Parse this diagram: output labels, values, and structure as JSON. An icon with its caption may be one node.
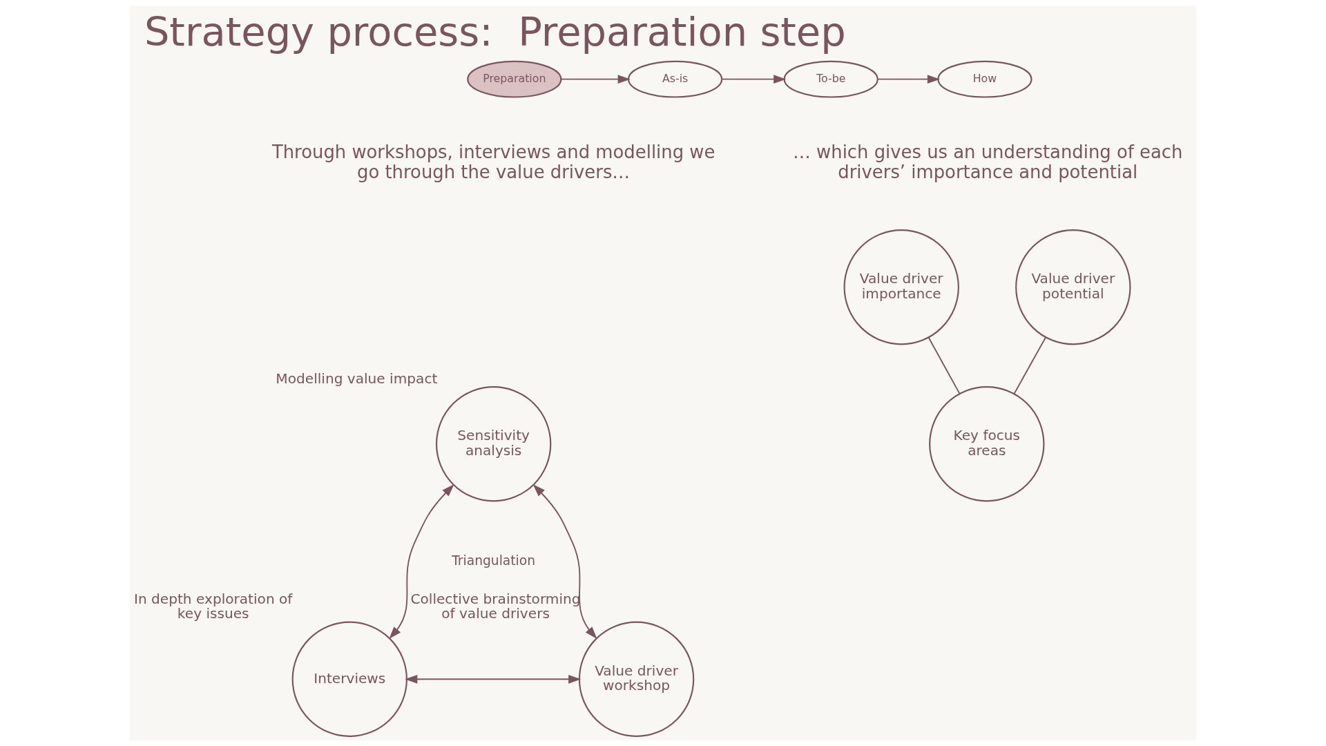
{
  "diagram": {
    "title": "Strategy process:  Preparation step",
    "nodes": [
      {
        "text": [
          "Preparation"
        ]
      },
      {
        "text": [
          "As-is"
        ]
      },
      {
        "text": [
          "To-be"
        ]
      },
      {
        "text": [
          "How"
        ]
      },
      {
        "text": [
          "Sensitivity analysis"
        ],
        "beside": [
          "Modelling value impact"
        ]
      },
      {
        "text": [
          "Interviews"
        ],
        "beside": [
          "In depth exploration of key issues"
        ]
      },
      {
        "text": [
          "Value driver workshop"
        ],
        "beside": [
          "Collective brainstorming of value drivers"
        ]
      },
      {
        "text": [
          "Value driver importance"
        ]
      },
      {
        "text": [
          "Value driver potential"
        ]
      },
      {
        "text": [
          "Key focus areas"
        ]
      }
    ],
    "edges": [
      {
        "from": 0,
        "to": 1,
        "arrow": "to"
      },
      {
        "from": 1,
        "to": 2,
        "arrow": "to"
      },
      {
        "from": 2,
        "to": 3,
        "arrow": "to"
      },
      {
        "from": 4,
        "to": 5,
        "arrow": "both"
      },
      {
        "from": 4,
        "to": 6,
        "arrow": "both"
      },
      {
        "from": 5,
        "to": 6,
        "arrow": "both"
      },
      {
        "from": 7,
        "to": 9,
        "arrow": "none"
      },
      {
        "from": 8,
        "to": 9,
        "arrow": "none"
      }
    ],
    "labels": [
      "Through workshops, interviews and modelling we go through the value drivers…",
      "… which gives us an understanding of each drivers’ importance and potential",
      "Triangulation"
    ]
  }
}
